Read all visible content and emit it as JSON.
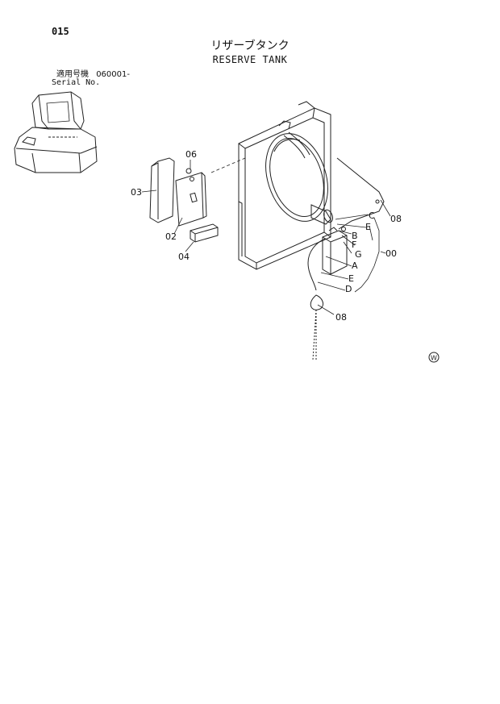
{
  "header": {
    "page_number": "015",
    "title_jp": "リザーブタンク",
    "title_en": "RESERVE TANK",
    "serial_label_jp": "適用号機",
    "serial_value": "060001-",
    "serial_label_en": "Serial No."
  },
  "callouts": {
    "c03": "03",
    "c06": "06",
    "c02": "02",
    "c04": "04",
    "c08_top": "08",
    "c00": "00",
    "c08_bottom": "08",
    "C": "C",
    "E1": "E",
    "B": "B",
    "F": "F",
    "G": "G",
    "A": "A",
    "E2": "E",
    "D": "D"
  },
  "marks": {
    "w_symbol": "W"
  }
}
